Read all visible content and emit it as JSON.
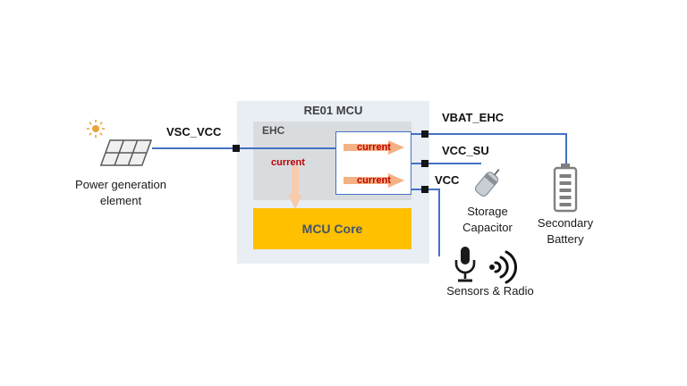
{
  "diagram": {
    "power_source": {
      "line1": "Power generation",
      "line2": "element"
    },
    "signals": {
      "input": "VSC_VCC",
      "vbat": "VBAT_EHC",
      "vcc_su": "VCC_SU",
      "vcc": "VCC"
    },
    "mcu": {
      "title": "RE01 MCU",
      "ehc_label": "EHC",
      "core_label": "MCU Core"
    },
    "currents": {
      "internal": "current",
      "top": "current",
      "bottom": "current"
    },
    "capacitor": {
      "line1": "Storage",
      "line2": "Capacitor"
    },
    "battery": {
      "line1": "Secondary",
      "line2": "Battery"
    },
    "sensors": {
      "label": "Sensors  & Radio"
    }
  },
  "colors": {
    "wire_blue": "#4472c4",
    "core_yellow": "#ffc000",
    "current_red": "#c00000",
    "arrow_orange": "#f4b183",
    "mcu_bg": "#e9edf4",
    "ehc_bg": "#d9dcdf"
  }
}
